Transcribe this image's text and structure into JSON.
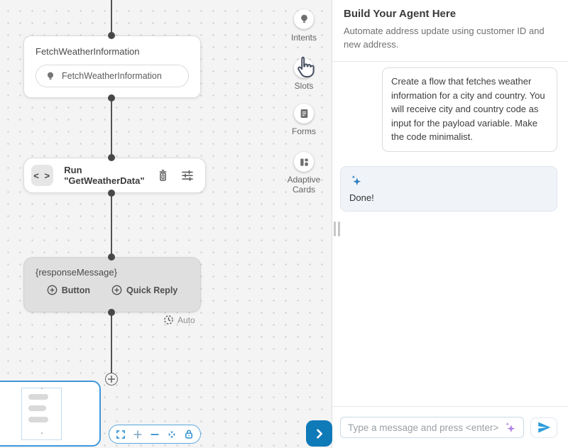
{
  "canvas": {
    "intent_node": {
      "title": "FetchWeatherInformation",
      "pill_label": "FetchWeatherInformation"
    },
    "code_node": {
      "label": "Run \"GetWeatherData\""
    },
    "message_node": {
      "title": "{responseMessage}",
      "button_label": "Button",
      "quick_reply_label": "Quick Reply",
      "mode_label": "Auto"
    }
  },
  "toolbar": {
    "items": [
      {
        "label": "Intents"
      },
      {
        "label": "Slots"
      },
      {
        "label": "Forms"
      },
      {
        "label": "Adaptive Cards"
      }
    ]
  },
  "panel": {
    "title": "Build Your Agent Here",
    "subtitle": "Automate address update using customer ID and new address.",
    "messages": [
      {
        "role": "user",
        "text": "Create a flow that fetches weather information for a city and country. You will receive city and country code as input for the payload variable. Make the code minimalist."
      },
      {
        "role": "assistant",
        "text": "Done!"
      }
    ],
    "composer": {
      "placeholder": "Type a message and press <enter>"
    }
  },
  "icons": {
    "code_glyph": "< >"
  },
  "colors": {
    "accent_blue": "#0f7ab8",
    "control_icon_blue": "#2b8fd0",
    "minimap_border_blue": "#3f97dc",
    "sparkle_blue": "#2e7fc2",
    "sparkle_purple": "#b183e3",
    "canvas_background": "#f4f4f4",
    "message_node_gray": "#dfdfdf"
  }
}
